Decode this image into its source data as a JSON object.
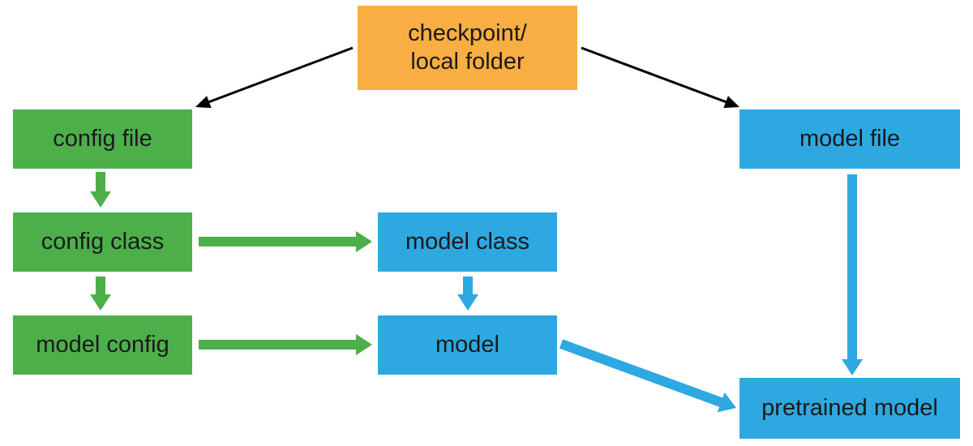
{
  "colors": {
    "source": "#f8ae42",
    "config": "#4daf4a",
    "model": "#2ea8e0",
    "link": "#000000"
  },
  "nodes": {
    "checkpoint": {
      "label": "checkpoint/\nlocal folder",
      "color": "source"
    },
    "config_file": {
      "label": "config file",
      "color": "config"
    },
    "config_class": {
      "label": "config class",
      "color": "config"
    },
    "model_config": {
      "label": "model config",
      "color": "config"
    },
    "model_class": {
      "label": "model class",
      "color": "model"
    },
    "model": {
      "label": "model",
      "color": "model"
    },
    "model_file": {
      "label": "model file",
      "color": "model"
    },
    "pretrained_model": {
      "label": "pretrained model",
      "color": "model"
    }
  },
  "edges": [
    {
      "from": "checkpoint",
      "to": "config_file",
      "style": "thin",
      "color": "link"
    },
    {
      "from": "checkpoint",
      "to": "model_file",
      "style": "thin",
      "color": "link"
    },
    {
      "from": "config_file",
      "to": "config_class",
      "style": "thick",
      "color": "config"
    },
    {
      "from": "config_class",
      "to": "model_config",
      "style": "thick",
      "color": "config"
    },
    {
      "from": "config_class",
      "to": "model_class",
      "style": "thick",
      "color": "config"
    },
    {
      "from": "model_config",
      "to": "model",
      "style": "thick",
      "color": "config"
    },
    {
      "from": "model_class",
      "to": "model",
      "style": "thick",
      "color": "model"
    },
    {
      "from": "model",
      "to": "pretrained_model",
      "style": "thick",
      "color": "model"
    },
    {
      "from": "model_file",
      "to": "pretrained_model",
      "style": "thick",
      "color": "model"
    }
  ]
}
